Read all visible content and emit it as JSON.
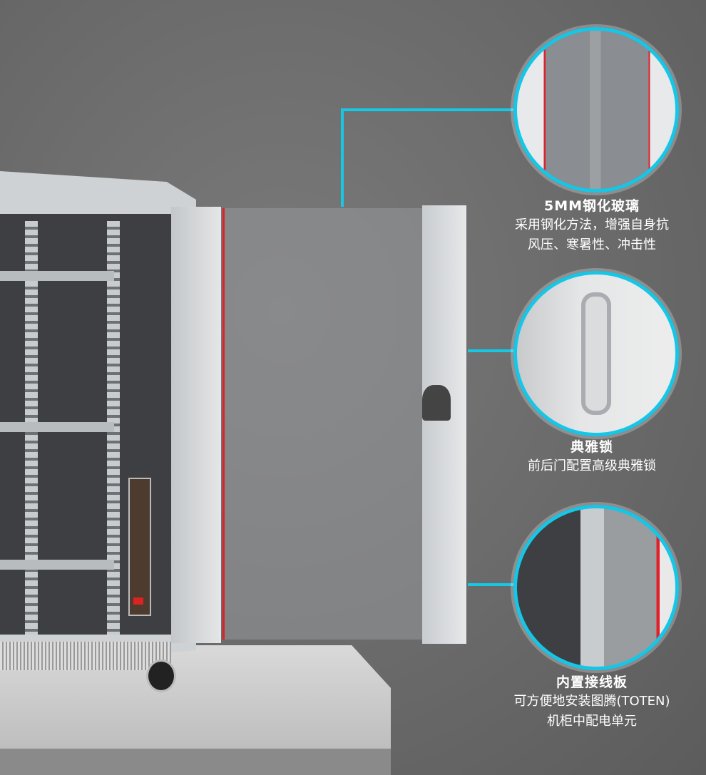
{
  "features": [
    {
      "title": "5MM钢化玻璃",
      "lines": [
        "采用钢化方法，增强自身抗",
        "风压、寒暑性、冲击性"
      ]
    },
    {
      "title": "典雅锁",
      "lines": [
        "前后门配置高级典雅锁"
      ]
    },
    {
      "title": "内置接线板",
      "lines": [
        "可方便地安装图腾(TOTEN)",
        "机柜中配电单元"
      ]
    }
  ],
  "colors": {
    "accent": "#16c6e6",
    "highlight": "#e0202a"
  }
}
